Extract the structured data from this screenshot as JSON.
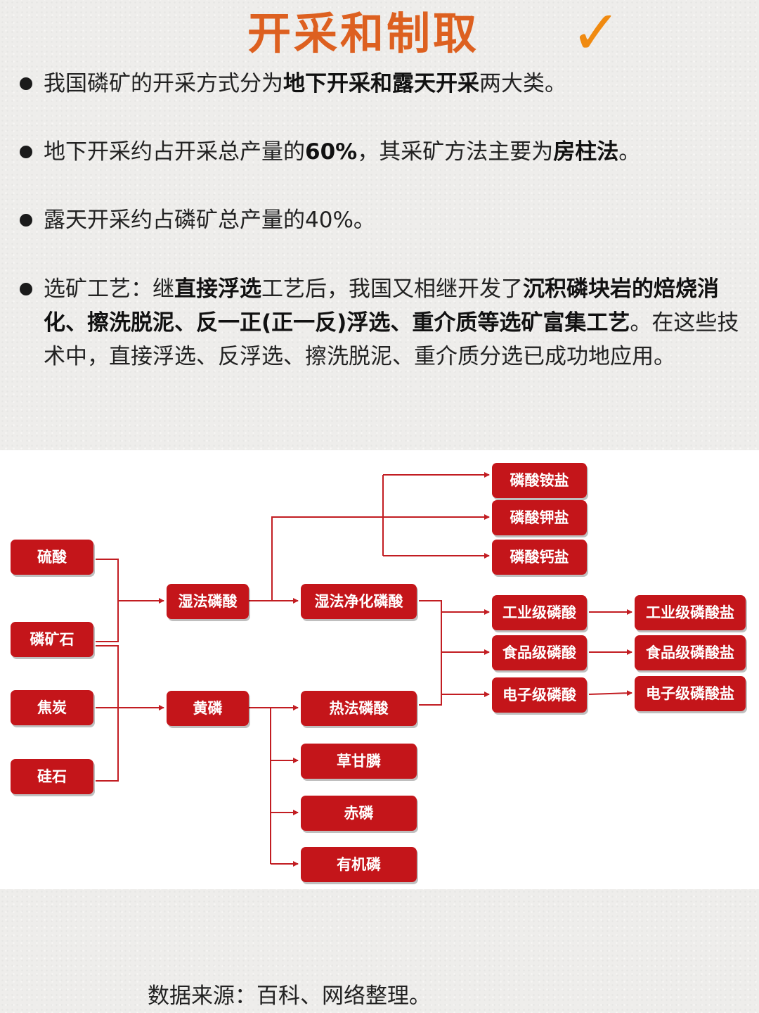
{
  "title": "开采和制取",
  "check_mark": "✓",
  "bullets": [
    [
      {
        "text": "我国磷矿的开采方式分为",
        "bold": false
      },
      {
        "text": "地下开采和露天开采",
        "bold": true
      },
      {
        "text": "两大类。",
        "bold": false
      }
    ],
    [
      {
        "text": "地下开采约占开采总产量的",
        "bold": false
      },
      {
        "text": "60%",
        "bold": true
      },
      {
        "text": "，其采矿方法主要为",
        "bold": false
      },
      {
        "text": "房柱法",
        "bold": true
      },
      {
        "text": "。",
        "bold": false
      }
    ],
    [
      {
        "text": "露天开采约占磷矿总产量的40%。",
        "bold": false
      }
    ],
    [
      {
        "text": "选矿工艺：继",
        "bold": false
      },
      {
        "text": "直接浮选",
        "bold": true
      },
      {
        "text": "工艺后，我国又相继开发了",
        "bold": false
      },
      {
        "text": "沉积磷块岩的焙烧消化、擦洗脱泥、反一正(正一反)浮选、重介质等选矿富集工艺",
        "bold": true
      },
      {
        "text": "。在这些技术中，直接浮选、反浮选、擦洗脱泥、重介质分选已成功地应用。",
        "bold": false
      }
    ]
  ],
  "diagram": {
    "nodes": [
      {
        "id": "sulfuric_acid",
        "label": "硫酸"
      },
      {
        "id": "phosphate_rock",
        "label": "磷矿石"
      },
      {
        "id": "coke",
        "label": "焦炭"
      },
      {
        "id": "silica",
        "label": "硅石"
      },
      {
        "id": "wet_acid",
        "label": "湿法磷酸"
      },
      {
        "id": "yellow_p",
        "label": "黄磷"
      },
      {
        "id": "purified_wet_acid",
        "label": "湿法净化磷酸"
      },
      {
        "id": "thermal_acid",
        "label": "热法磷酸"
      },
      {
        "id": "glyphosate",
        "label": "草甘膦"
      },
      {
        "id": "red_p",
        "label": "赤磷"
      },
      {
        "id": "organic_p",
        "label": "有机磷"
      },
      {
        "id": "ammonium_phosphate",
        "label": "磷酸铵盐"
      },
      {
        "id": "potassium_phosphate",
        "label": "磷酸钾盐"
      },
      {
        "id": "calcium_phosphate",
        "label": "磷酸钙盐"
      },
      {
        "id": "industrial_acid",
        "label": "工业级磷酸"
      },
      {
        "id": "food_acid",
        "label": "食品级磷酸"
      },
      {
        "id": "electronic_acid",
        "label": "电子级磷酸"
      },
      {
        "id": "industrial_salt",
        "label": "工业级磷酸盐"
      },
      {
        "id": "food_salt",
        "label": "食品级磷酸盐"
      },
      {
        "id": "electronic_salt",
        "label": "电子级磷酸盐"
      }
    ],
    "edges": [
      {
        "from": [
          "sulfuric_acid",
          "phosphate_rock"
        ],
        "to": [
          "wet_acid"
        ]
      },
      {
        "from": [
          "phosphate_rock",
          "coke",
          "silica"
        ],
        "to": [
          "yellow_p"
        ]
      },
      {
        "from": [
          "wet_acid"
        ],
        "to": [
          "purified_wet_acid"
        ]
      },
      {
        "from": [
          "wet_acid"
        ],
        "to": [
          "ammonium_phosphate",
          "potassium_phosphate",
          "calcium_phosphate"
        ]
      },
      {
        "from": [
          "purified_wet_acid",
          "thermal_acid"
        ],
        "to": [
          "industrial_acid",
          "food_acid",
          "electronic_acid"
        ]
      },
      {
        "from": [
          "yellow_p"
        ],
        "to": [
          "thermal_acid",
          "glyphosate",
          "red_p",
          "organic_p"
        ]
      },
      {
        "from": [
          "industrial_acid"
        ],
        "to": [
          "industrial_salt"
        ]
      },
      {
        "from": [
          "food_acid"
        ],
        "to": [
          "food_salt"
        ]
      },
      {
        "from": [
          "electronic_acid"
        ],
        "to": [
          "electronic_salt"
        ]
      }
    ]
  },
  "footer": "数据来源：百科、网络整理。",
  "colors": {
    "title": "#dd6020",
    "check": "#f08a10",
    "node": "#c4151a",
    "edge": "#c21d22",
    "body_text": "#222222"
  }
}
